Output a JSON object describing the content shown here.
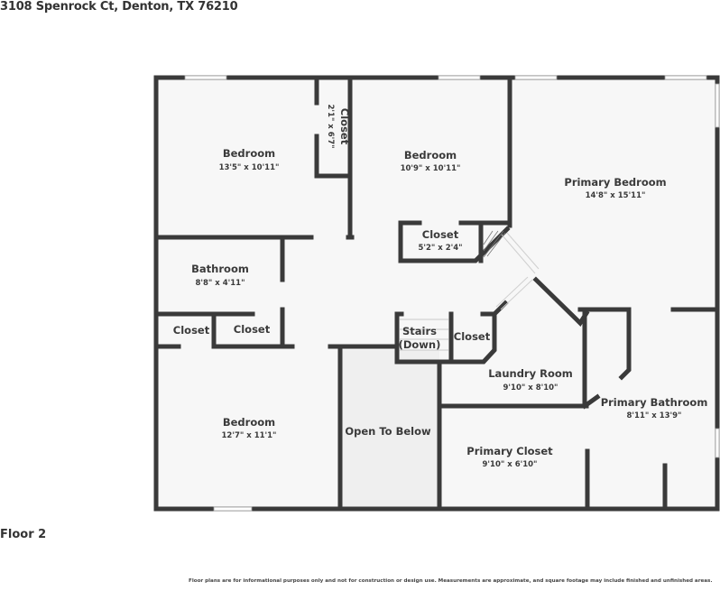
{
  "header": {
    "address": "3108 Spenrock Ct, Denton, TX 76210"
  },
  "floor": {
    "label": "Floor 2"
  },
  "footer": {
    "disclaimer": "Floor plans are for informational purposes only and not for construction or design use. Measurements are approximate, and square footage may include finished and unfinished areas."
  },
  "colors": {
    "wall": "#3a3a3a",
    "floor": "#f7f7f7",
    "open_to_below": "#efefef",
    "window": "#ffffff",
    "text": "#3a3a3a"
  },
  "rooms": [
    {
      "id": "bedroom-1",
      "name": "Bedroom",
      "dims": "13'5\" x 10'11\""
    },
    {
      "id": "closet-1",
      "name": "Closet",
      "dims": "2'1\" x 6'7\""
    },
    {
      "id": "bedroom-2",
      "name": "Bedroom",
      "dims": "10'9\" x 10'11\""
    },
    {
      "id": "primary-bedroom",
      "name": "Primary Bedroom",
      "dims": "14'8\" x 15'11\""
    },
    {
      "id": "closet-2",
      "name": "Closet",
      "dims": "5'2\" x 2'4\""
    },
    {
      "id": "bathroom",
      "name": "Bathroom",
      "dims": "8'8\" x 4'11\""
    },
    {
      "id": "closet-3",
      "name": "Closet",
      "dims": ""
    },
    {
      "id": "closet-4",
      "name": "Closet",
      "dims": ""
    },
    {
      "id": "stairs",
      "name": "Stairs",
      "name2": "(Down)",
      "dims": ""
    },
    {
      "id": "closet-5",
      "name": "Closet",
      "dims": ""
    },
    {
      "id": "laundry-room",
      "name": "Laundry Room",
      "dims": "9'10\" x 8'10\""
    },
    {
      "id": "primary-bathroom",
      "name": "Primary Bathroom",
      "dims": "8'11\" x 13'9\""
    },
    {
      "id": "bedroom-3",
      "name": "Bedroom",
      "dims": "12'7\" x 11'1\""
    },
    {
      "id": "open-to-below",
      "name": "Open To Below",
      "dims": ""
    },
    {
      "id": "primary-closet",
      "name": "Primary Closet",
      "dims": "9'10\" x 6'10\""
    }
  ]
}
